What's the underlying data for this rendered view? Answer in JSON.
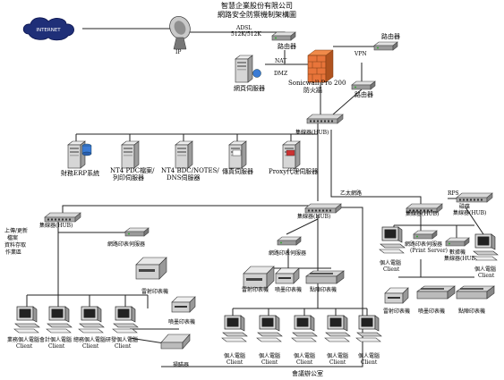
{
  "title": {
    "line1": "智慧企業股份有限公司",
    "line2": "網路安全防禦機制架構圖"
  },
  "internet": {
    "label": "INTERNET"
  },
  "wan": {
    "line1": "ADSL",
    "line2": "512K/512K"
  },
  "nat": {
    "label": "NAT"
  },
  "vpn": {
    "label": "VPN"
  },
  "dmz": {
    "label": "DMZ"
  },
  "top_router": {
    "label": "路由器"
  },
  "remote_router": {
    "label": "路由器"
  },
  "remote_router2": {
    "label": "路由器"
  },
  "web_server": {
    "label": "網頁伺服器"
  },
  "firewall": {
    "line1": "Sonicwall Pro 200",
    "line2": "防火牆"
  },
  "core_switch": {
    "label": "集線器(HUB)"
  },
  "servers": [
    {
      "label": "財務ERP系統"
    },
    {
      "line1": "NT4 PDC檔案/",
      "line2": "列印伺服器"
    },
    {
      "line1": "NT4 BDC/NOTES/",
      "line2": "DNS伺服器"
    },
    {
      "label": "傳真伺服器"
    },
    {
      "label": "Proxy代理伺服器"
    }
  ],
  "left_switch": {
    "label": "集線器(HUB)"
  },
  "mid_switch": {
    "label": "集線器(HUB)"
  },
  "right_switch": {
    "label": "集線器(HUB)"
  },
  "right_switch2": {
    "line1": "磁碟",
    "line2": "集線器(HUB)"
  },
  "left_side": {
    "line1": "上傳/更新",
    "line2": "檔案",
    "line3": "資料存取",
    "line4": "作業區"
  },
  "left_print_server": {
    "label": "網路印表伺服器"
  },
  "left_printer": {
    "label": "雷射印表機"
  },
  "left_clients": [
    {
      "name": "業務個人電腦",
      "sub": "Client"
    },
    {
      "name": "會計個人電腦",
      "sub": "Client"
    },
    {
      "name": "總務個人電腦",
      "sub": "Client"
    },
    {
      "name": "研發個人電腦",
      "sub": "Client"
    }
  ],
  "left_inkjet": {
    "label": "噴墨印表機"
  },
  "left_scanner": {
    "label": "掃瞄器"
  },
  "mid_print_server": {
    "label": "網路印表伺服器"
  },
  "mid_devices": [
    {
      "label": "雷射印表機"
    },
    {
      "label": "噴墨印表機"
    },
    {
      "label": "點陣印表機"
    }
  ],
  "mid_clients": [
    {
      "name": "個人電腦",
      "sub": "Client"
    },
    {
      "name": "個人電腦",
      "sub": "Client"
    },
    {
      "name": "個人電腦",
      "sub": "Client"
    },
    {
      "name": "個人電腦",
      "sub": "Client"
    },
    {
      "name": "個人電腦",
      "sub": "Client"
    }
  ],
  "mid_area": {
    "label": "會議辦公室"
  },
  "link_label": {
    "label": "乙太網路"
  },
  "rp_label": {
    "label": "RPS"
  },
  "right_pc1": {
    "name": "個人電腦",
    "sub": "Client"
  },
  "right_pc2": {
    "name": "個人電腦",
    "sub": "Client"
  },
  "right_ps": {
    "line1": "網路印表伺服器",
    "line2": "(Print Server)"
  },
  "right_modem": {
    "line1": "數據機",
    "line2": "集線器(HUB)"
  },
  "right_devices": [
    {
      "label": "雷射印表機"
    },
    {
      "label": "噴墨印表機"
    },
    {
      "label": "點陣印表機"
    }
  ]
}
